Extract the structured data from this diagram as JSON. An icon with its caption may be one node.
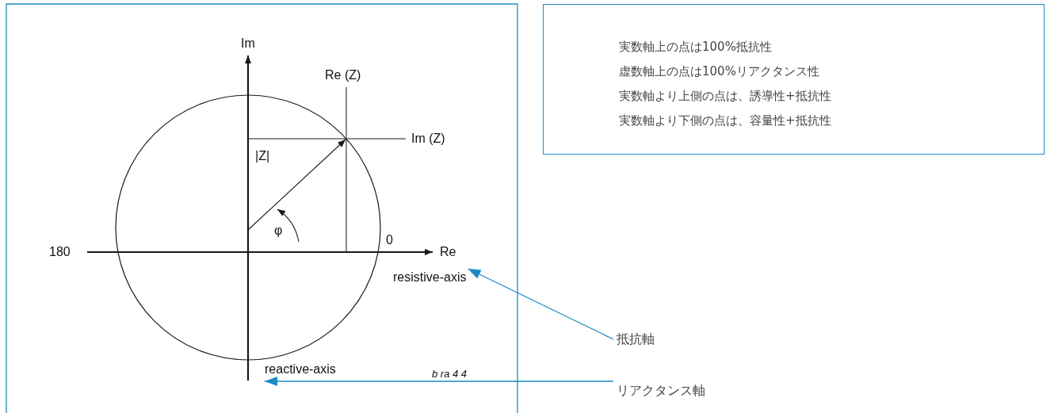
{
  "diagram": {
    "nodes": [
      {
        "text": [
          "実数軸上の点は100%抵抗性",
          "虚数軸上の点は100%リアクタンス性",
          "実数軸より上側の点は、誘導性+抵抗性",
          "実数軸より下側の点は、容量性+抵抗性"
        ]
      },
      {
        "text": [
          "抵抗軸"
        ]
      },
      {
        "text": [
          "リアクタンス軸"
        ]
      },
      {
        "text": [
          "resistive-axis"
        ]
      },
      {
        "text": [
          "reactive-axis"
        ]
      }
    ],
    "edges": [
      {
        "from": 1,
        "to": 3,
        "arrow": "to"
      },
      {
        "from": 2,
        "to": 4,
        "arrow": "to"
      }
    ],
    "labels": [
      "Im",
      "Re (Z)",
      "Im (Z)",
      "|Z|",
      "φ",
      "180",
      "0",
      "Re",
      "b ra 4 4"
    ]
  }
}
